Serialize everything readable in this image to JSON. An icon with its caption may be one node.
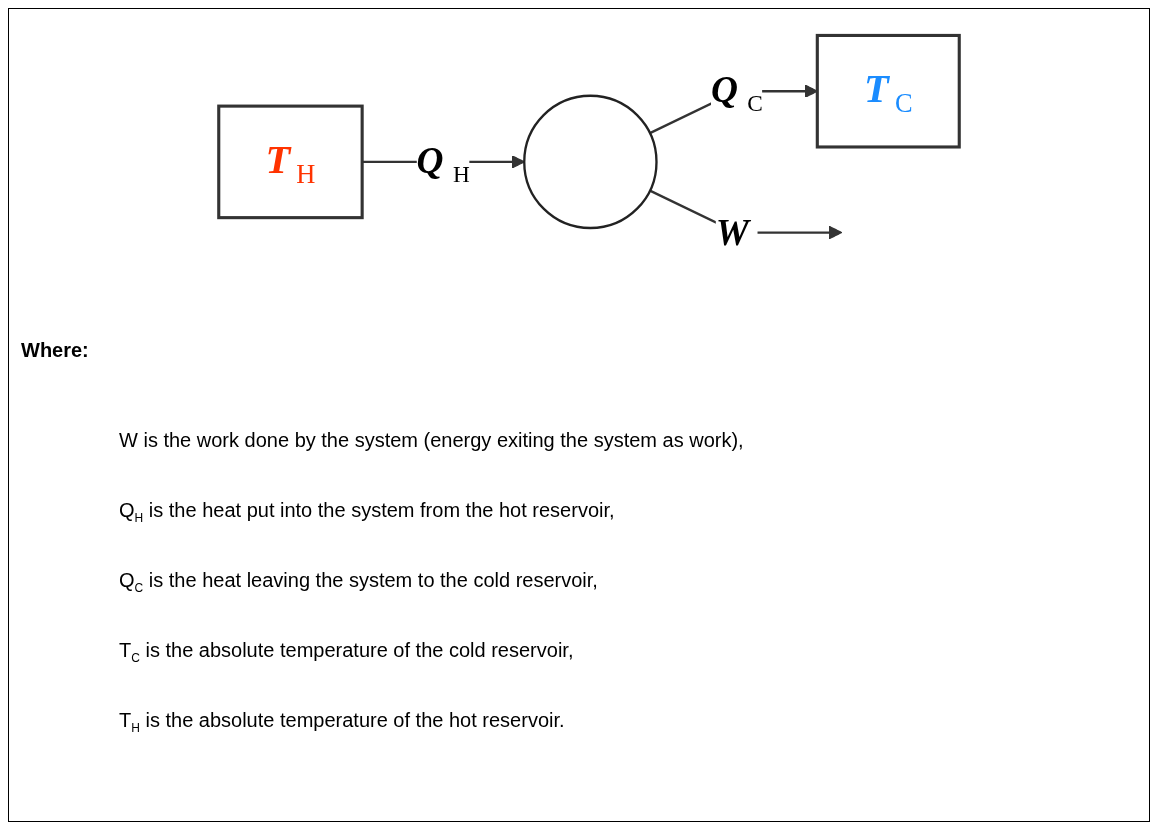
{
  "diagram": {
    "nodes": [
      {
        "text": [
          "*T*$_{H}$"
        ]
      },
      {
        "text": [],
        "shape": "circle"
      },
      {
        "text": [
          "*T*$_{C}$"
        ]
      }
    ],
    "edges": [
      {
        "from": 0,
        "to": 1,
        "arrow": "to",
        "label": "*Q*$_{H}$"
      },
      {
        "from": 1,
        "to": 2,
        "arrow": "to",
        "label": "*Q*$_{C}$"
      },
      {
        "from": 1,
        "to": null,
        "arrow": "to",
        "label": "*W*"
      }
    ],
    "labels": [
      "Where:",
      "W is the work done by the system (energy exiting the system as work),",
      "Q$_{H}$ is the heat put into the system from the hot reservoir,",
      "Q$_{C}$ is the heat leaving the system to the cold reservoir,",
      "T$_{C}$ is the absolute temperature of the cold reservoir,",
      "T$_{H}$ is the absolute temperature of the hot reservoir."
    ]
  }
}
